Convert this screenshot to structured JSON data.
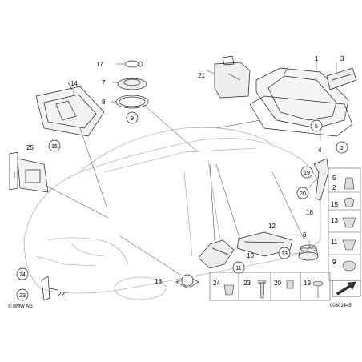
{
  "callouts": {
    "c1": "1",
    "c2": "2",
    "c3": "3",
    "c4": "4",
    "c5": "5",
    "c6": "6",
    "c7": "7",
    "c8": "8",
    "c9": "9",
    "c10": "10",
    "c11": "11",
    "c12": "12",
    "c13": "13",
    "c14": "14",
    "c15": "15",
    "c16": "16",
    "c17": "17",
    "c18": "18",
    "c19": "19",
    "c20": "20",
    "c21": "21",
    "c22": "22",
    "c23": "23",
    "c24": "24",
    "c25": "25"
  },
  "side_panel": {
    "r1a": "5",
    "r1b": "2",
    "r2a": "15",
    "r2b": "13",
    "r3a": "11",
    "r3b": "9"
  },
  "bottom_row": {
    "b1": "24",
    "b2": "23",
    "b3": "20",
    "b4": "19"
  },
  "copyright": "© BMW AG",
  "drawing_number": "00301445"
}
